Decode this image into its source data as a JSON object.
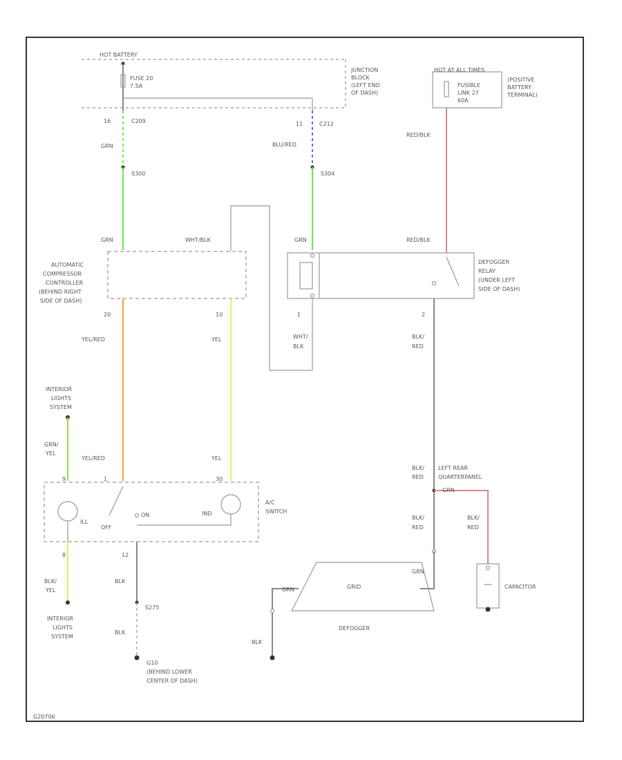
{
  "colors": {
    "grn": "#66ee44",
    "blu": "#5566ff",
    "red": "#dd8888",
    "ylw_red": "#f5a030",
    "yel": "#eeee55",
    "grn_yel": "#99dd33",
    "wire": "#888888"
  },
  "labels": {
    "hot_battery": "HOT BATTERY",
    "fuse": "FUSE 20",
    "fuse_amps": "7.5A",
    "junction_block": [
      "JUNCTION",
      "BLOCK",
      "(LEFT END",
      "OF DASH)"
    ],
    "hot_at_all_times": "HOT AT ALL TIMES",
    "fusible_link": [
      "FUSIBLE",
      "LINK 27",
      "60A"
    ],
    "positive_terminal": [
      "(POSITIVE",
      "BATTERY",
      "TERMINAL)"
    ],
    "pin_16": "16",
    "c209": "C209",
    "pin_11": "11",
    "c212": "C212",
    "grn": "GRN",
    "blu_red": "BLU/RED",
    "red_blk": "RED/BLK",
    "s300": "S300",
    "s304": "S304",
    "wht_blk": "WHT/BLK",
    "compressor_controller": [
      "AUTOMATIC",
      "COMPRESSOR",
      "CONTROLLER",
      "(BEHIND RIGHT",
      "SIDE OF DASH)"
    ],
    "defogger_relay": [
      "DEFOGGER",
      "RELAY",
      "(UNDER LEFT",
      "SIDE OF DASH)"
    ],
    "pin_20": "20",
    "pin_10": "10",
    "pin_1": "1",
    "pin_2": "2",
    "pin_9": "9",
    "pin_1b": "1",
    "pin_30": "30",
    "pin_12": "12",
    "pin_8": "8",
    "ylw_red": "YEL/RED",
    "yel": "YEL",
    "wht_blk_v": [
      "WHT/",
      "BLK"
    ],
    "blk_red_v": [
      "BLK/",
      "RED"
    ],
    "interior_lights_top": [
      "INTERIOR",
      "LIGHTS",
      "SYSTEM"
    ],
    "grn_yel_v": [
      "GRN/",
      "YEL"
    ],
    "left_rear_quarter": [
      "LEFT REAR",
      "QUARTERPANEL"
    ],
    "blk_red_2": [
      "BLK/",
      "RED"
    ],
    "grn_label": "GRN",
    "ac_switch": [
      "A/C",
      "SWITCH"
    ],
    "ill": "ILL",
    "ind": "IND",
    "off": "OFF",
    "on": "ON",
    "blk_yel_v": [
      "BLK/",
      "YEL"
    ],
    "blk": "BLK",
    "g10": "G10",
    "s275": "S275",
    "blk_2": "BLK",
    "interior_lights_bottom": [
      "INTERIOR",
      "LIGHTS",
      "SYSTEM"
    ],
    "g10_location": [
      "G10",
      "(BEHIND LOWER",
      "CENTER OF DASH)"
    ],
    "grn_def": "GRN",
    "grn_def_right": "GRN",
    "defogger": "DEFOGGER",
    "grid": "GRID",
    "blk_bottom": "BLK",
    "blk_red_cap": [
      "BLK/",
      "RED"
    ],
    "capacitor": "CAPACITOR",
    "figure_code": "G20706"
  }
}
